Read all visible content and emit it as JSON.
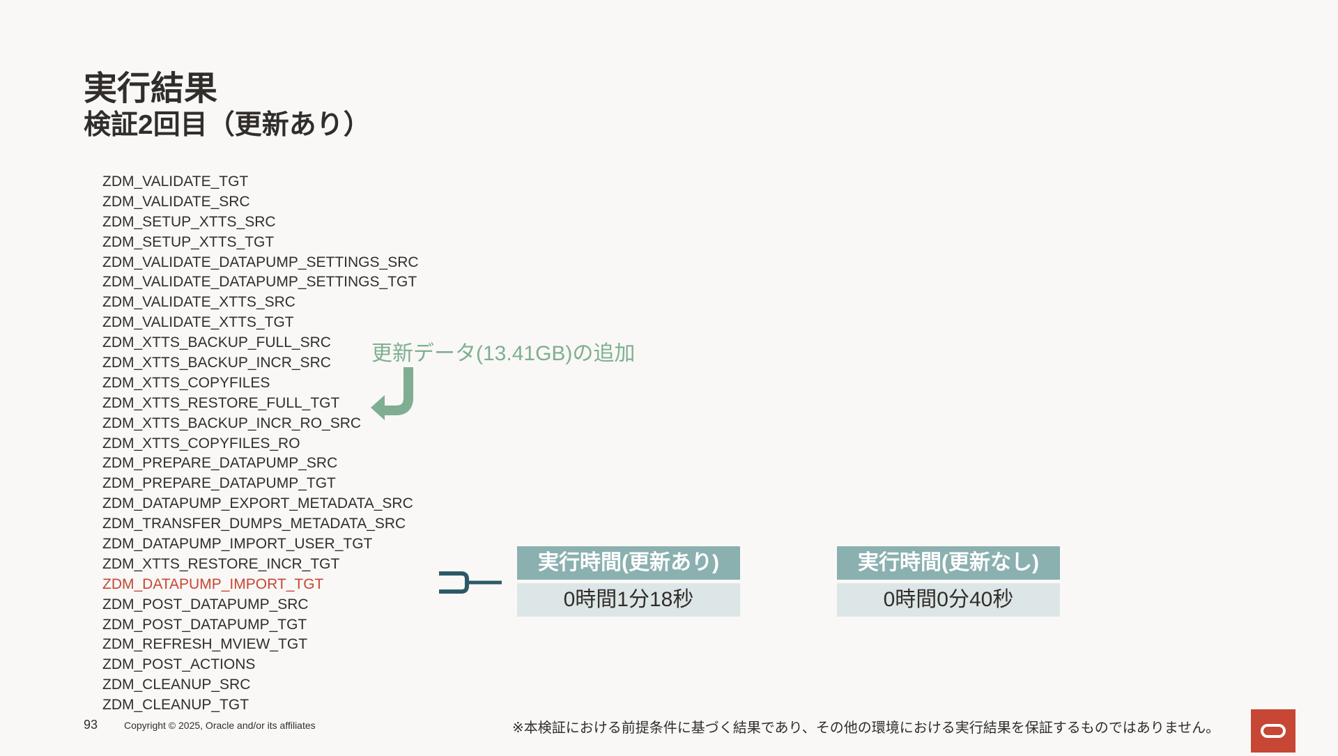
{
  "slide": {
    "title": "実行結果",
    "subtitle": "検証2回目（更新あり）"
  },
  "steps": [
    {
      "label": "ZDM_VALIDATE_TGT",
      "highlight": false
    },
    {
      "label": "ZDM_VALIDATE_SRC",
      "highlight": false
    },
    {
      "label": "ZDM_SETUP_XTTS_SRC",
      "highlight": false
    },
    {
      "label": "ZDM_SETUP_XTTS_TGT",
      "highlight": false
    },
    {
      "label": "ZDM_VALIDATE_DATAPUMP_SETTINGS_SRC",
      "highlight": false
    },
    {
      "label": "ZDM_VALIDATE_DATAPUMP_SETTINGS_TGT",
      "highlight": false
    },
    {
      "label": "ZDM_VALIDATE_XTTS_SRC",
      "highlight": false
    },
    {
      "label": "ZDM_VALIDATE_XTTS_TGT",
      "highlight": false
    },
    {
      "label": "ZDM_XTTS_BACKUP_FULL_SRC",
      "highlight": false
    },
    {
      "label": "ZDM_XTTS_BACKUP_INCR_SRC",
      "highlight": false
    },
    {
      "label": "ZDM_XTTS_COPYFILES",
      "highlight": false
    },
    {
      "label": "ZDM_XTTS_RESTORE_FULL_TGT",
      "highlight": false
    },
    {
      "label": "ZDM_XTTS_BACKUP_INCR_RO_SRC",
      "highlight": false
    },
    {
      "label": "ZDM_XTTS_COPYFILES_RO",
      "highlight": false
    },
    {
      "label": "ZDM_PREPARE_DATAPUMP_SRC",
      "highlight": false
    },
    {
      "label": "ZDM_PREPARE_DATAPUMP_TGT",
      "highlight": false
    },
    {
      "label": "ZDM_DATAPUMP_EXPORT_METADATA_SRC",
      "highlight": false
    },
    {
      "label": "ZDM_TRANSFER_DUMPS_METADATA_SRC",
      "highlight": false
    },
    {
      "label": "ZDM_DATAPUMP_IMPORT_USER_TGT",
      "highlight": false
    },
    {
      "label": "ZDM_XTTS_RESTORE_INCR_TGT",
      "highlight": false
    },
    {
      "label": "ZDM_DATAPUMP_IMPORT_TGT",
      "highlight": true
    },
    {
      "label": "ZDM_POST_DATAPUMP_SRC",
      "highlight": false
    },
    {
      "label": "ZDM_POST_DATAPUMP_TGT",
      "highlight": false
    },
    {
      "label": "ZDM_REFRESH_MVIEW_TGT",
      "highlight": false
    },
    {
      "label": "ZDM_POST_ACTIONS",
      "highlight": false
    },
    {
      "label": "ZDM_CLEANUP_SRC",
      "highlight": false
    },
    {
      "label": "ZDM_CLEANUP_TGT",
      "highlight": false
    }
  ],
  "annotation": {
    "text": "更新データ(13.41GB)の追加"
  },
  "results": [
    {
      "header": "実行時間(更新あり)",
      "value": "0時間1分18秒"
    },
    {
      "header": "実行時間(更新なし)",
      "value": "0時間0分40秒"
    }
  ],
  "footer": {
    "page_number": "93",
    "copyright": "Copyright © 2025, Oracle and/or its affiliates",
    "note": "※本検証における前提条件に基づく結果であり、その他の環境における実行結果を保証するものではありません。"
  },
  "colors": {
    "background": "#f9f8f6",
    "text": "#312d2a",
    "highlight": "#c74634",
    "annotation_green": "#7fae92",
    "bracket_teal": "#2c5967",
    "result_header": "#8bb0b0",
    "result_value": "#dde6e6",
    "oracle_red": "#c74634"
  },
  "icons": {
    "annotation_arrow": "curved-arrow-down-left-icon",
    "bracket": "bracket-connector-icon",
    "logo": "oracle-logo-icon"
  }
}
